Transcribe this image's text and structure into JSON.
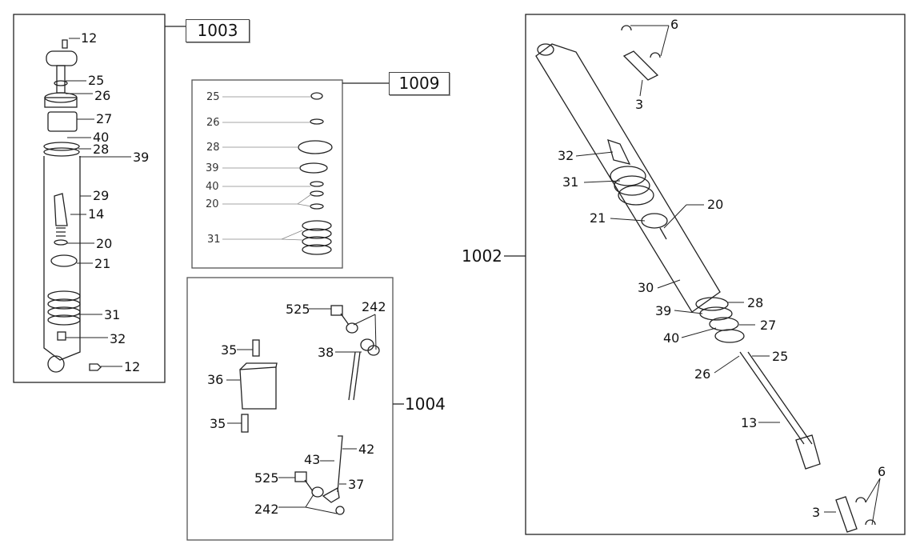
{
  "assemblies": {
    "a1003": {
      "id": "1003",
      "labels": [
        "12",
        "25",
        "26",
        "27",
        "40",
        "28",
        "39",
        "29",
        "14",
        "20",
        "21",
        "31",
        "32",
        "12"
      ]
    },
    "a1009": {
      "id": "1009",
      "labels": [
        "25",
        "26",
        "28",
        "39",
        "40",
        "20",
        "31"
      ]
    },
    "a1004": {
      "id": "1004",
      "labels": [
        "525",
        "242",
        "35",
        "38",
        "36",
        "35",
        "42",
        "43",
        "525",
        "37",
        "242"
      ]
    },
    "a1002": {
      "id": "1002",
      "labels": [
        "6",
        "3",
        "32",
        "31",
        "21",
        "20",
        "30",
        "28",
        "39",
        "27",
        "40",
        "25",
        "26",
        "13",
        "6",
        "3"
      ]
    }
  }
}
